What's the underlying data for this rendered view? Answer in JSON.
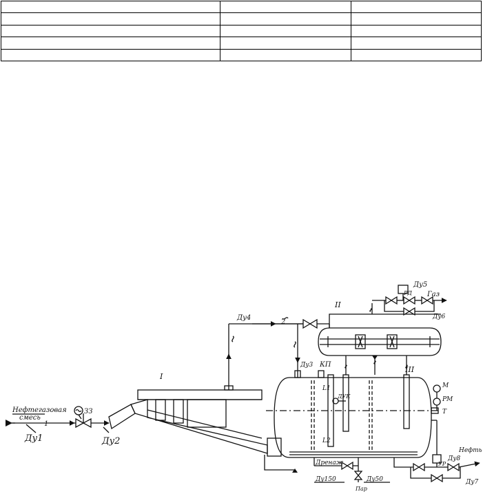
{
  "table": {
    "rows": [
      [
        "",
        "",
        ""
      ],
      [
        "",
        "",
        ""
      ],
      [
        "",
        "",
        ""
      ],
      [
        "",
        "",
        ""
      ],
      [
        "",
        "",
        ""
      ]
    ]
  },
  "diagram": {
    "labels": {
      "inlet_title_1": "Нефтегазовая",
      "inlet_title_2": "смесь",
      "dy1": "Ду1",
      "dy2": "Ду2",
      "dy3": "Ду3",
      "dy4": "Ду4",
      "dy5": "Ду5",
      "dy6": "Ду6",
      "dy7": "Ду7",
      "dy8": "Ду8",
      "zz": "ЗЗ",
      "kp": "КП",
      "l1": "L1",
      "l2": "L2",
      "duk": "ДУК",
      "rd": "РД",
      "gas": "Газ",
      "oil": "Нефть",
      "m": "М",
      "rm": "РМ",
      "t": "Т",
      "ur": "УР",
      "drain": "Дренаж",
      "dy150": "Ду150",
      "dy50": "Ду50",
      "steam": "Пар",
      "num_1": "1",
      "num_2": "2",
      "roman_I": "I",
      "roman_II": "II",
      "roman_III": "III"
    }
  }
}
